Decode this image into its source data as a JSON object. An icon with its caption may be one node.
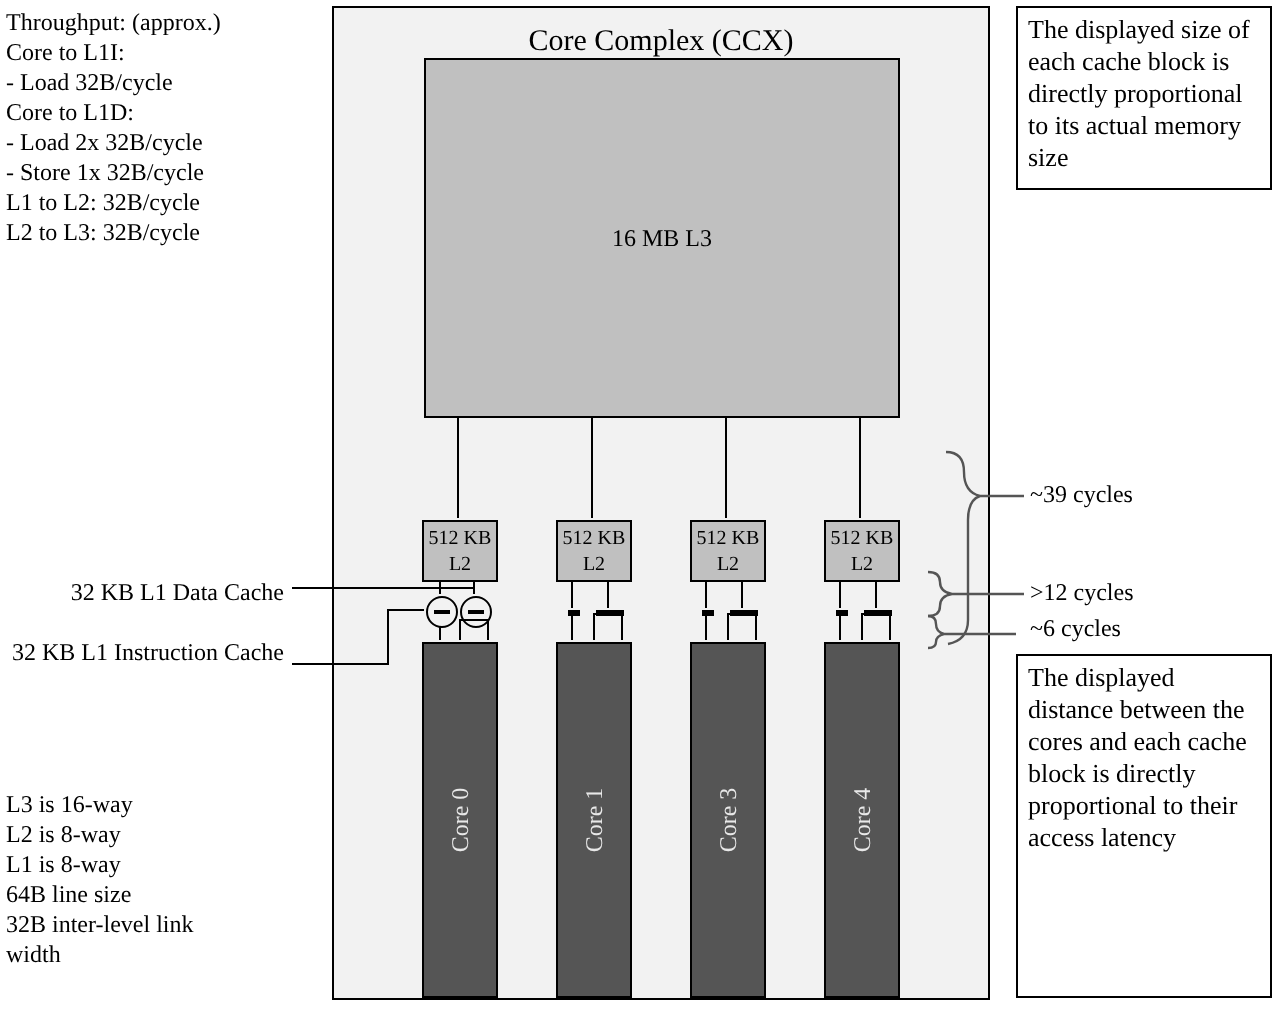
{
  "diagram": {
    "nodes": [
      {
        "text": [
          "Core Complex (CCX)"
        ]
      },
      {
        "text": [
          "16 MB L3"
        ],
        "in": 0
      },
      {
        "text": [
          "512 KB L2"
        ],
        "in": 0
      },
      {
        "text": [
          "512 KB L2"
        ],
        "in": 0
      },
      {
        "text": [
          "512 KB L2"
        ],
        "in": 0
      },
      {
        "text": [
          "512 KB L2"
        ],
        "in": 0
      },
      {
        "text": [],
        "shape": "circle",
        "in": 0
      },
      {
        "text": [],
        "shape": "circle",
        "in": 0
      },
      {
        "text": [],
        "shape": "bar",
        "in": 0
      },
      {
        "text": [],
        "shape": "bar",
        "in": 0
      },
      {
        "text": [],
        "shape": "bar",
        "in": 0
      },
      {
        "text": [],
        "shape": "bar",
        "in": 0
      },
      {
        "text": [],
        "shape": "bar",
        "in": 0
      },
      {
        "text": [],
        "shape": "bar",
        "in": 0
      },
      {
        "text": [
          "Core 0"
        ],
        "in": 0
      },
      {
        "text": [
          "Core 1"
        ],
        "in": 0
      },
      {
        "text": [
          "Core 3"
        ],
        "in": 0
      },
      {
        "text": [
          "Core 4"
        ],
        "in": 0
      },
      {
        "text": [
          "32 KB L1 Data Cache"
        ]
      },
      {
        "text": [
          "32 KB L1 Instruction Cache"
        ]
      },
      {
        "text": [
          "The displayed size of each cache block is directly proportional to its actual memory size"
        ]
      },
      {
        "text": [
          "The displayed distance between the cores and each cache block is directly proportional to their access latency"
        ]
      }
    ],
    "edges": [
      {
        "from": 1,
        "to": 2,
        "arrow": "none"
      },
      {
        "from": 1,
        "to": 3,
        "arrow": "none"
      },
      {
        "from": 1,
        "to": 4,
        "arrow": "none"
      },
      {
        "from": 1,
        "to": 5,
        "arrow": "none"
      },
      {
        "from": 2,
        "to": 6,
        "arrow": "none"
      },
      {
        "from": 6,
        "to": 14,
        "arrow": "none"
      },
      {
        "from": 2,
        "to": 7,
        "arrow": "none"
      },
      {
        "from": 7,
        "to": 14,
        "arrow": "none"
      },
      {
        "from": 3,
        "to": 8,
        "arrow": "none"
      },
      {
        "from": 8,
        "to": 15,
        "arrow": "none"
      },
      {
        "from": 3,
        "to": 9,
        "arrow": "none"
      },
      {
        "from": 9,
        "to": 15,
        "arrow": "none"
      },
      {
        "from": 4,
        "to": 10,
        "arrow": "none"
      },
      {
        "from": 10,
        "to": 16,
        "arrow": "none"
      },
      {
        "from": 4,
        "to": 11,
        "arrow": "none"
      },
      {
        "from": 11,
        "to": 16,
        "arrow": "none"
      },
      {
        "from": 5,
        "to": 12,
        "arrow": "none"
      },
      {
        "from": 12,
        "to": 17,
        "arrow": "none"
      },
      {
        "from": 5,
        "to": 13,
        "arrow": "none"
      },
      {
        "from": 13,
        "to": 17,
        "arrow": "none"
      },
      {
        "from": 18,
        "to": 7,
        "arrow": "none"
      },
      {
        "from": 19,
        "to": 6,
        "arrow": "none"
      }
    ],
    "labels": [
      "Throughput: (approx.)",
      "Core to L1I:",
      "- Load 32B/cycle",
      "Core to L1D:",
      "- Load 2x 32B/cycle",
      "- Store 1x 32B/cycle",
      "L1 to L2: 32B/cycle",
      "L2 to L3: 32B/cycle",
      "~39 cycles",
      ">12 cycles",
      "~6 cycles",
      "L3 is 16-way",
      "L2 is 8-way",
      "L1 is 8-way",
      "64B line size",
      "32B inter-level link width"
    ]
  }
}
